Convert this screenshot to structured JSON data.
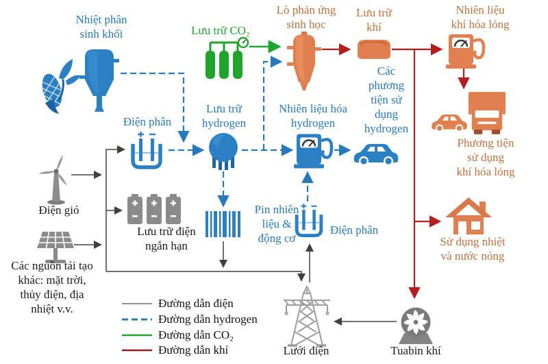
{
  "title": "Sơ đồ hệ thống năng lượng hydrogen",
  "colors": {
    "blue": "#2778bd",
    "blue_icon": "#2b80c4",
    "green": "#1ea52c",
    "orange_text": "#c0703f",
    "orange_icon": "#e08050",
    "red": "#b51d20",
    "electric_line": "#404040",
    "gray_icon": "#8d8d8d"
  },
  "nodes": {
    "biomass_pyrolysis": {
      "label": "Nhiệt phân\nsinh khối"
    },
    "co2_storage": {
      "label": "Lưu trữ CO₂"
    },
    "bioreactor": {
      "label": "Lò phản ứng\nsinh học"
    },
    "gas_storage": {
      "label": "Lưu trữ\nkhí"
    },
    "lng_fuel": {
      "label": "Nhiên liệu\nkhí hóa lỏng"
    },
    "electrolysis_left": {
      "label": "Điện phân"
    },
    "h2_storage": {
      "label": "Lưu trữ\nhydrogen"
    },
    "h2_fuel": {
      "label": "Nhiên liệu hóa\nhydrogen"
    },
    "h2_vehicles": {
      "label": "Các\nphương\ntiện sử\ndụng\nhydrogen"
    },
    "lng_vehicles": {
      "label": "Phương tiện sử dụng\nkhí hóa lỏng"
    },
    "wind": {
      "label": "Điện gió"
    },
    "battery_storage": {
      "label": "Lưu trữ điện\nngắn hạn"
    },
    "fuel_cell": {
      "label": "Pin nhiên\nliệu &\nđộng cơ"
    },
    "electrolysis_right": {
      "label": "Điện phân"
    },
    "heat_use": {
      "label": "Sử dụng nhiệt\nvà nước nóng"
    },
    "other_renewables": {
      "label": "Các nguồn tái tạo\nkhác: mặt trời,\nthủy điện, địa\nnhiệt v.v."
    },
    "power_grid": {
      "label": "Lưới điện"
    },
    "gas_turbine": {
      "label": "Tuabin khí"
    }
  },
  "legend": {
    "items": [
      {
        "label": "Đường dẫn điện",
        "type": "electricity"
      },
      {
        "label": "Đường dẫn hydrogen",
        "type": "hydrogen"
      },
      {
        "label": "Đường dẫn CO₂",
        "type": "co2"
      },
      {
        "label": "Đường dẫn khí",
        "type": "gas"
      }
    ]
  }
}
